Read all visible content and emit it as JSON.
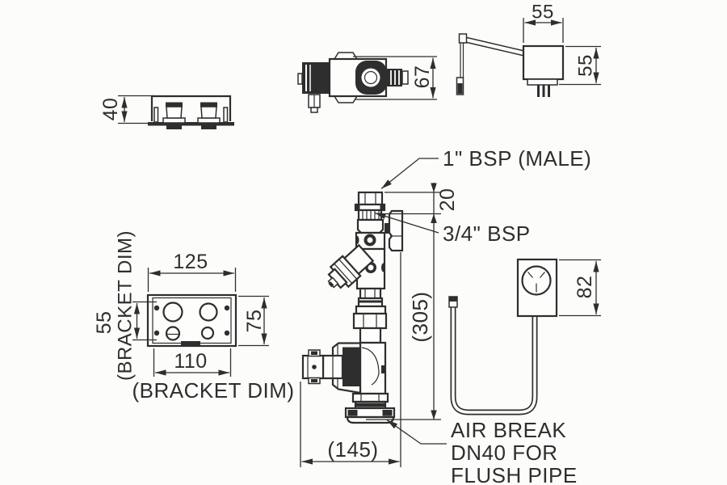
{
  "colors": {
    "background": "#fcfcfa",
    "ink": "#2e2e2e"
  },
  "views": {
    "pushbutton_side": {
      "height_dim": "40"
    },
    "solenoid_top": {
      "height_dim": "67"
    },
    "controller_box": {
      "width_dim": "55",
      "height_dim": "55"
    },
    "bracket_front": {
      "width_dim": "125",
      "height_dim": "75",
      "mount_width_dim": "110",
      "mount_height_dim": "55",
      "mount_width_note": "(BRACKET DIM)",
      "mount_height_note": "(BRACKET DIM)"
    },
    "valve_assembly": {
      "inlet_label": "1\" BSP (MALE)",
      "inlet_thread_dim": "20",
      "branch_label": "3/4\" BSP",
      "height_dim": "(305)",
      "depth_dim": "(145)",
      "air_break_note_line1": "AIR BREAK",
      "air_break_note_line2": "DN40 FOR",
      "air_break_note_line3": "FLUSH PIPE"
    },
    "power_outlet": {
      "height_dim": "82"
    }
  }
}
